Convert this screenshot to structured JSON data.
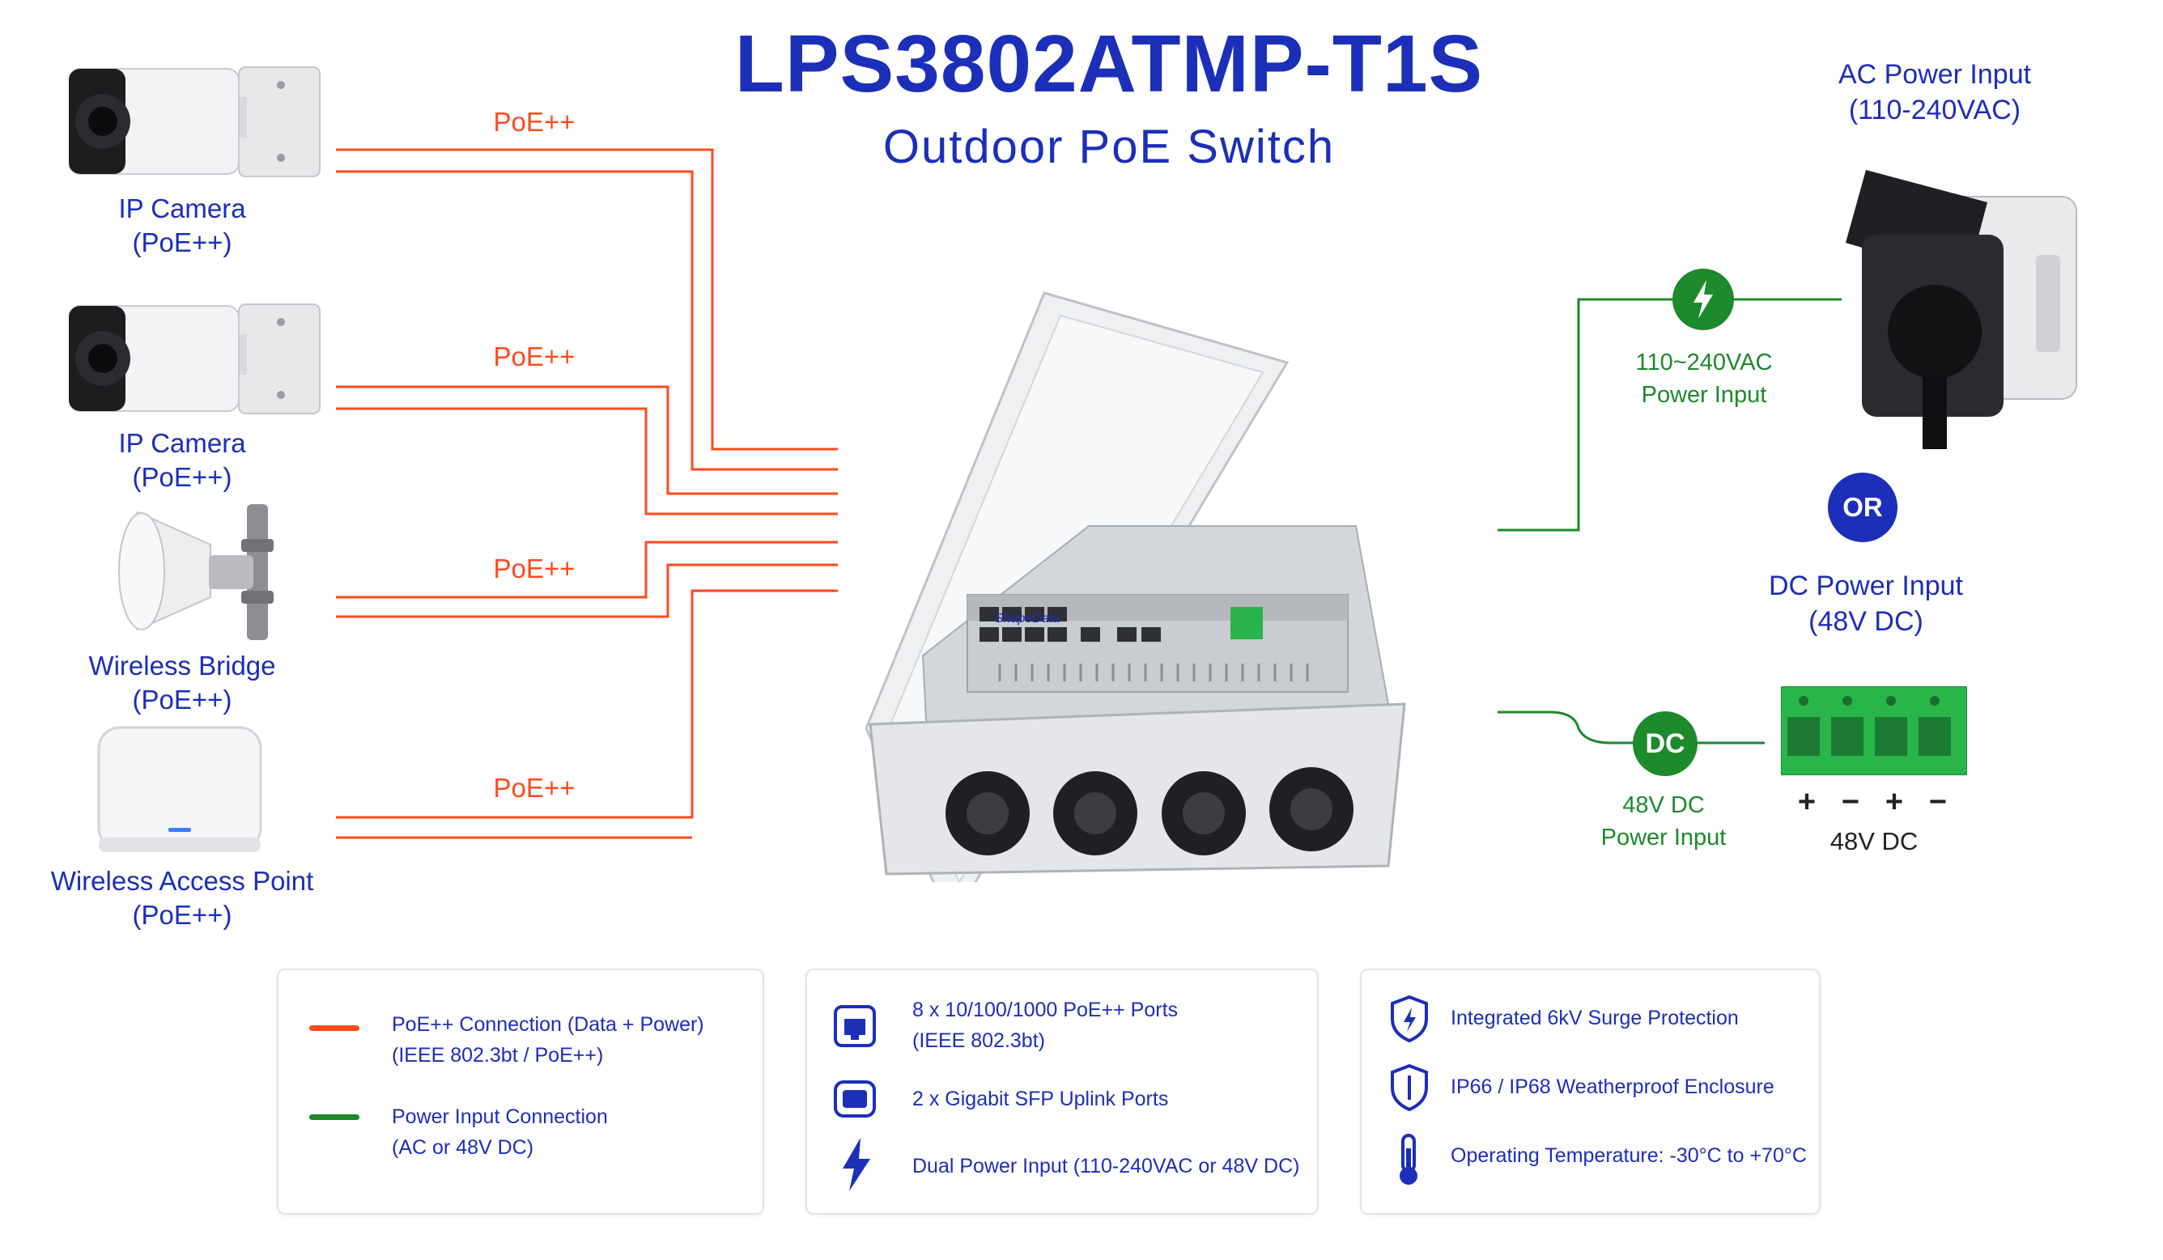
{
  "title": "LPS3802ATMP-T1S",
  "subtitle": "Outdoor PoE Switch",
  "devices": [
    {
      "name": "IP Camera",
      "sub": "(PoE++)"
    },
    {
      "name": "IP Camera",
      "sub": "(PoE++)"
    },
    {
      "name": "Wireless Bridge",
      "sub": "(PoE++)"
    },
    {
      "name": "Wireless Access Point",
      "sub": "(PoE++)"
    }
  ],
  "poe_tags": [
    "PoE++",
    "PoE++",
    "PoE++",
    "PoE++"
  ],
  "ac_power": {
    "title": "AC Power Input",
    "sub": "(110-240VAC)",
    "node_line1": "110~240VAC",
    "node_line2": "Power Input"
  },
  "or_label": "OR",
  "dc_power": {
    "title": "DC Power Input",
    "sub": "(48V DC)",
    "node": "DC",
    "node_line1": "48V DC",
    "node_line2": "Power Input",
    "polarity": [
      "+",
      "−",
      "+",
      "−"
    ],
    "terminal_label": "48V DC"
  },
  "device_brand": "ShapeData",
  "legend": {
    "poe_line1": "PoE++ Connection (Data + Power)",
    "poe_line2": "(IEEE 802.3bt / PoE++)",
    "power_line1": "Power Input Connection",
    "power_line2": "(AC or 48V DC)"
  },
  "features": {
    "ports_line1": "8 x 10/100/1000 PoE++ Ports",
    "ports_line2": "(IEEE 802.3bt)",
    "sfp": "2 x Gigabit SFP Uplink Ports",
    "dual_power": "Dual Power Input (110-240VAC or 48V DC)",
    "surge": "Integrated 6kV Surge Protection",
    "ip": "IP66 / IP68 Weatherproof Enclosure",
    "temp": "Operating Temperature: -30°C to +70°C"
  },
  "colors": {
    "poe": "#ff4a1c",
    "power": "#1d8a2b",
    "brand": "#1c2fb8"
  }
}
